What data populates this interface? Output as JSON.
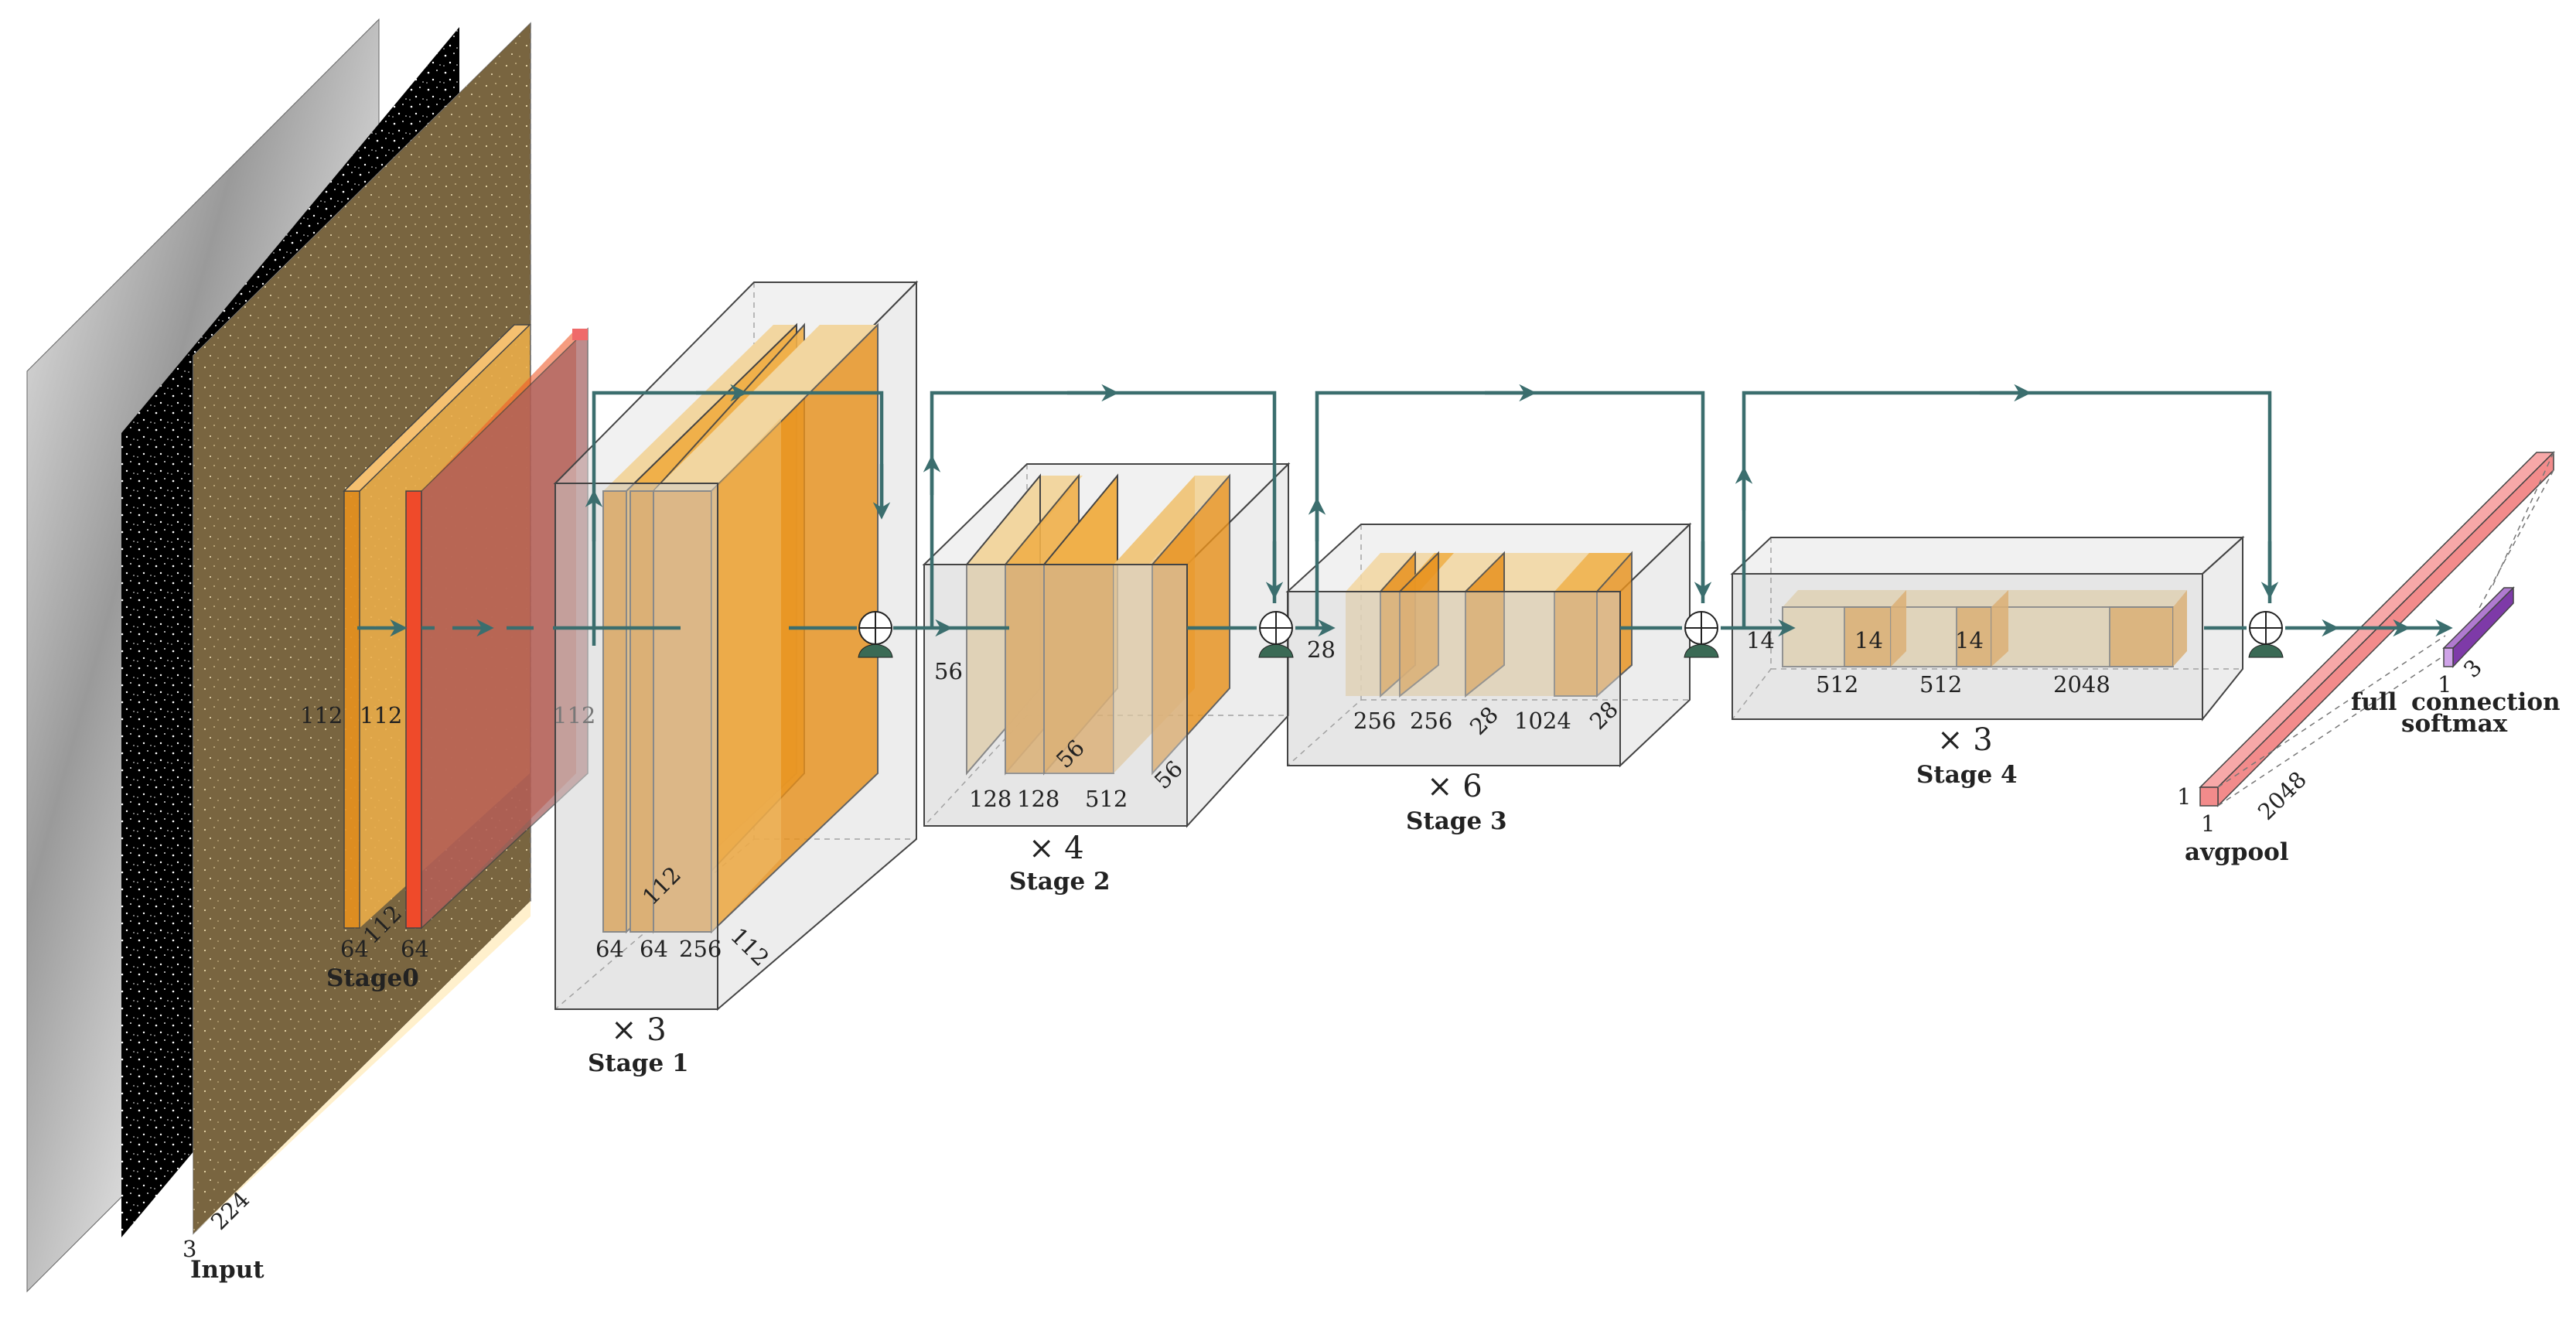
{
  "colors": {
    "edge": "#3b6e6e",
    "conv": "#e8921e",
    "conv_light": "#f2d9a8",
    "relu": "#ef4a2a",
    "pool": "#a45f5f",
    "box": "#cfcfcf",
    "fc": "#f28b8b",
    "softmax": "#9e55c4"
  },
  "input": {
    "label": "Input",
    "dim_channels": "3",
    "dim_size": "224",
    "layers": [
      "grayscale-image",
      "edge-map",
      "overlay"
    ]
  },
  "stage0": {
    "label": "Stage0",
    "dim_conv_height": "112",
    "dim_conv_width": "112",
    "dim_conv_depth": "64",
    "dim_relu_depth": "112",
    "dim_relu_channels": "64",
    "dim_pool_height": "112"
  },
  "stage1": {
    "multiplier": "× 3",
    "label": "Stage 1",
    "dims": [
      "64",
      "64",
      "256"
    ],
    "dim_depth_a": "112",
    "dim_depth_b": "112"
  },
  "stage2": {
    "multiplier": "× 4",
    "label": "Stage 2",
    "dim_height": "56",
    "dims": [
      "128",
      "128",
      "512"
    ],
    "dim_depth_a": "56",
    "dim_depth_b": "56"
  },
  "stage3": {
    "multiplier": "× 6",
    "label": "Stage 3",
    "dim_height": "28",
    "dims": [
      "256",
      "256",
      "1024"
    ],
    "dim_depth_a": "28",
    "dim_depth_b": "28"
  },
  "stage4": {
    "multiplier": "× 3",
    "label": "Stage 4",
    "dim_height": "14",
    "dim_inner_a": "14",
    "dim_inner_b": "14",
    "dims": [
      "512",
      "512",
      "2048"
    ]
  },
  "head": {
    "avgpool_label": "avgpool",
    "avgpool_dim_a": "1",
    "avgpool_dim_b": "1",
    "avgpool_dim_c": "2048",
    "fc_label": "full",
    "fc_label_b": "connection",
    "softmax_label": "softmax",
    "softmax_dim_a": "1",
    "softmax_dim_b": "3"
  }
}
